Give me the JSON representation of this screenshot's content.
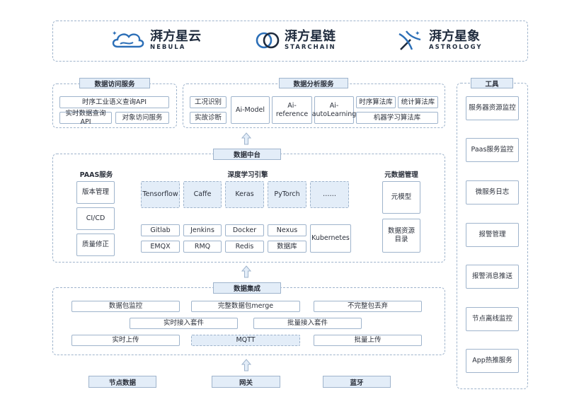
{
  "brands": [
    {
      "zh": "湃方星云",
      "en": "NEBULA",
      "icon": "cloud-icon"
    },
    {
      "zh": "湃方星链",
      "en": "STARCHAIN",
      "icon": "rings-icon"
    },
    {
      "zh": "湃方星象",
      "en": "ASTROLOGY",
      "icon": "satellite-icon"
    }
  ],
  "data_access": {
    "title": "数据访问服务",
    "items": [
      "时序工业语义查询API",
      "实时数据查询API",
      "对象访问服务"
    ]
  },
  "data_analysis": {
    "title": "数据分析服务",
    "items": [
      "工况识别",
      "实故诊断",
      "Ai-Model",
      "Ai-reference",
      "Ai-autoLearning",
      "时序算法库",
      "统计算法库",
      "机器学习算法库"
    ]
  },
  "data_platform": {
    "title": "数据中台",
    "paas": {
      "title": "PAAS服务",
      "items": [
        "版本管理",
        "CI/CD",
        "质量修正"
      ]
    },
    "deep_learning": {
      "title": "深度学习引擎",
      "engines": [
        "Tensorflow",
        "Caffe",
        "Keras",
        "PyTorch",
        "……"
      ],
      "tools": [
        "Gitlab",
        "Jenkins",
        "Docker",
        "Nexus",
        "EMQX",
        "RMQ",
        "Redis",
        "数据库",
        "Kubernetes"
      ]
    },
    "metadata": {
      "title": "元数据管理",
      "items": [
        "元模型",
        "数据资源目录"
      ]
    }
  },
  "data_integration": {
    "title": "数据集成",
    "items": [
      "数据包监控",
      "完整数据包merge",
      "不完整包丢弃",
      "实时接入套件",
      "批量接入套件",
      "实时上传",
      "MQTT",
      "批量上传"
    ]
  },
  "sources": [
    "节点数据",
    "网关",
    "蓝牙"
  ],
  "tools": {
    "title": "工具",
    "items": [
      "服务器资源监控",
      "Paas服务监控",
      "微服务日志",
      "报警管理",
      "报警消息推送",
      "节点离线监控",
      "App热推服务"
    ]
  }
}
